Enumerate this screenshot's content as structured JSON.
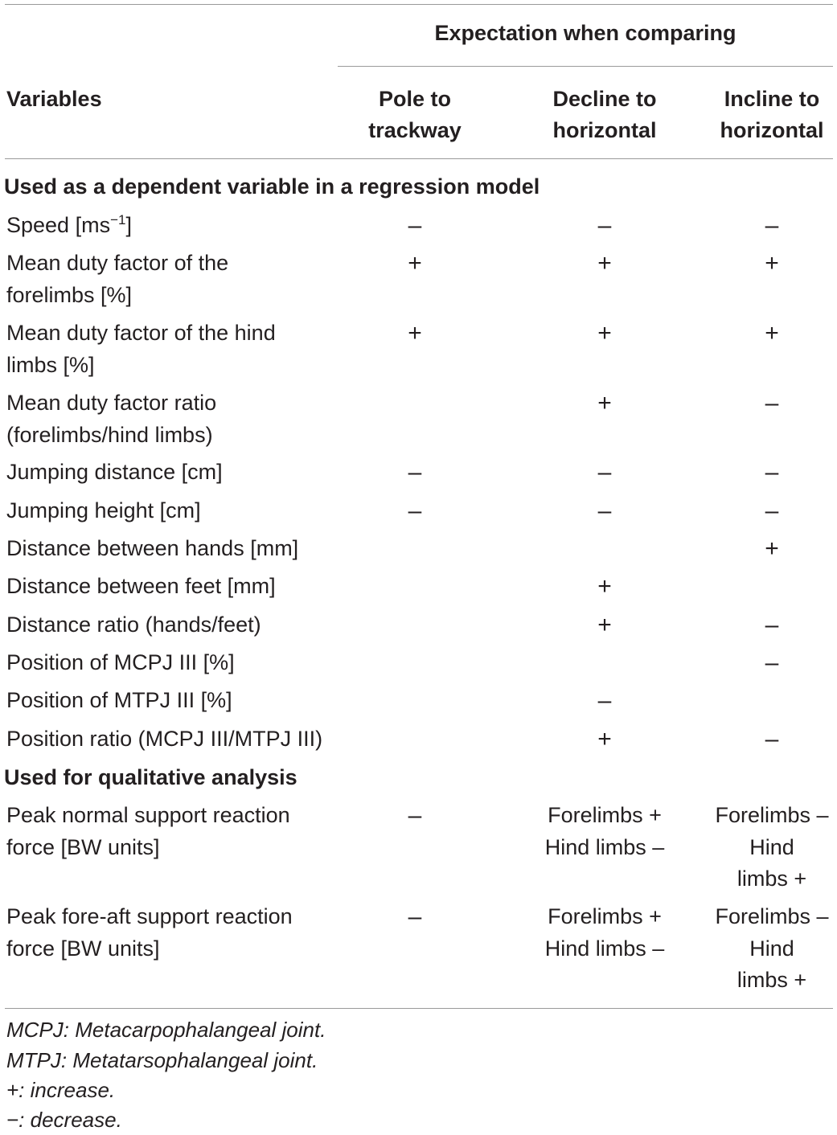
{
  "table": {
    "group_header": "Expectation when comparing",
    "var_header": "Variables",
    "col_headers": [
      {
        "line1": "Pole to",
        "line2": "trackway"
      },
      {
        "line1": "Decline to",
        "line2": "horizontal"
      },
      {
        "line1": "Incline to",
        "line2": "horizontal"
      }
    ],
    "section1": "Used as a dependent variable in a regression model",
    "rows1": [
      {
        "label1": "Speed [ms",
        "label_sup": "−1",
        "label_tail": "]",
        "c1": "–",
        "c2": "–",
        "c3": "–"
      },
      {
        "label1": "Mean duty factor of the",
        "label2": "forelimbs [%]",
        "c1": "+",
        "c2": "+",
        "c3": "+"
      },
      {
        "label1": "Mean duty factor of the hind",
        "label2": "limbs [%]",
        "c1": "+",
        "c2": "+",
        "c3": "+"
      },
      {
        "label1": "Mean duty factor ratio",
        "label2": "(forelimbs/hind limbs)",
        "c1": "",
        "c2": "+",
        "c3": "–"
      },
      {
        "label1": "Jumping distance [cm]",
        "c1": "–",
        "c2": "–",
        "c3": "–"
      },
      {
        "label1": "Jumping height [cm]",
        "c1": "–",
        "c2": "–",
        "c3": "–"
      },
      {
        "label1": "Distance between hands [mm]",
        "c1": "",
        "c2": "",
        "c3": "+"
      },
      {
        "label1": "Distance between feet [mm]",
        "c1": "",
        "c2": "+",
        "c3": ""
      },
      {
        "label1": "Distance ratio (hands/feet)",
        "c1": "",
        "c2": "+",
        "c3": "–"
      },
      {
        "label1": "Position of MCPJ III [%]",
        "c1": "",
        "c2": "",
        "c3": "–"
      },
      {
        "label1": "Position of MTPJ III [%]",
        "c1": "",
        "c2": "–",
        "c3": ""
      },
      {
        "label1": "Position ratio (MCPJ III/MTPJ III)",
        "c1": "",
        "c2": "+",
        "c3": "–"
      }
    ],
    "section2": "Used for qualitative analysis",
    "rows2": [
      {
        "label1": "Peak normal support reaction",
        "label2": "force [BW units]",
        "c1": "–",
        "c2_l1": "Forelimbs +",
        "c2_l2": "Hind limbs –",
        "c3_l1": "Forelimbs –",
        "c3_l2": "Hind",
        "c3_l3": "limbs +"
      },
      {
        "label1": "Peak fore-aft support reaction",
        "label2": "force [BW units]",
        "c1": "–",
        "c2_l1": "Forelimbs +",
        "c2_l2": "Hind limbs –",
        "c3_l1": "Forelimbs –",
        "c3_l2": "Hind",
        "c3_l3": "limbs +"
      }
    ]
  },
  "footnotes": [
    "MCPJ: Metacarpophalangeal joint.",
    "MTPJ: Metatarsophalangeal joint.",
    "+: increase.",
    "−: decrease."
  ]
}
